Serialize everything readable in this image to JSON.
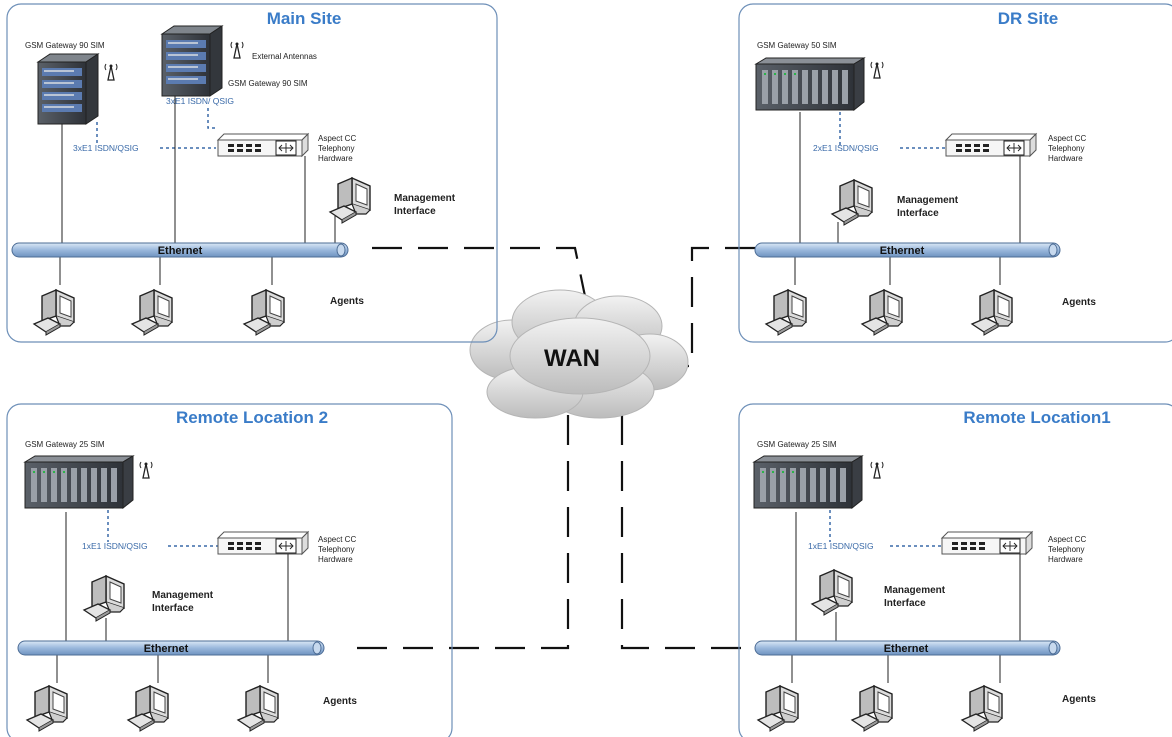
{
  "wan": {
    "label": "WAN"
  },
  "colors": {
    "title": "#3a7cc8",
    "box_border": "#6d8fb8",
    "ethernet": "#9ab8dc",
    "isdn": "#3a6aa8"
  },
  "sites": {
    "main": {
      "title": "Main Site",
      "gateway1_label": "GSM Gateway 90 SIM",
      "gateway2_label": "GSM Gateway 90 SIM",
      "antenna_label": "External Antennas",
      "isdn_top": "3xE1 ISDN/ QSIG",
      "isdn_mid": "3xE1 ISDN/QSIG",
      "hw_label": [
        "Aspect CC",
        "Telephony",
        "Hardware"
      ],
      "mgmt_label": [
        "Management",
        "Interface"
      ],
      "ethernet": "Ethernet",
      "agents": "Agents"
    },
    "dr": {
      "title": "DR Site",
      "gateway_label": "GSM Gateway 50 SIM",
      "isdn": "2xE1 ISDN/QSIG",
      "hw_label": [
        "Aspect CC",
        "Telephony",
        "Hardware"
      ],
      "mgmt_label": [
        "Management",
        "Interface"
      ],
      "ethernet": "Ethernet",
      "agents": "Agents"
    },
    "remote2": {
      "title": "Remote Location 2",
      "gateway_label": "GSM Gateway 25 SIM",
      "isdn": "1xE1 ISDN/QSIG",
      "hw_label": [
        "Aspect CC",
        "Telephony",
        "Hardware"
      ],
      "mgmt_label": [
        "Management",
        "Interface"
      ],
      "ethernet": "Ethernet",
      "agents": "Agents"
    },
    "remote1": {
      "title": "Remote Location1",
      "gateway_label": "GSM Gateway 25 SIM",
      "isdn": "1xE1 ISDN/QSIG",
      "hw_label": [
        "Aspect CC",
        "Telephony",
        "Hardware"
      ],
      "mgmt_label": [
        "Management",
        "Interface"
      ],
      "ethernet": "Ethernet",
      "agents": "Agents"
    }
  }
}
